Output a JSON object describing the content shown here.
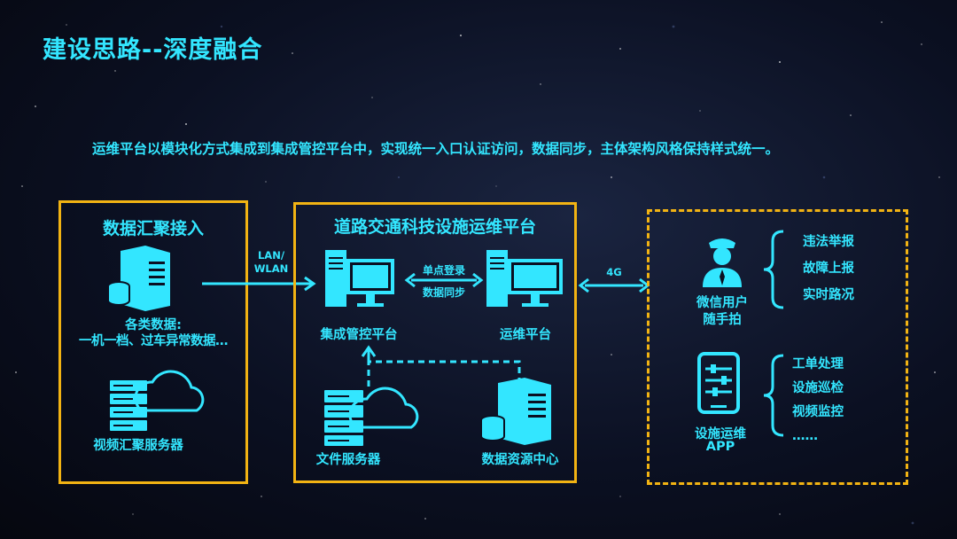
{
  "title": "建设思路--深度融合",
  "subtitle": "运维平台以模块化方式集成到集成管控平台中，实现统一入口认证访问，数据同步，主体架构风格保持样式统一。",
  "left_box": {
    "title": "数据汇聚接入",
    "data_label_1": "各类数据:",
    "data_label_2": "一机一档、过车异常数据…",
    "video_server_label": "视频汇聚服务器"
  },
  "link_lan": {
    "line1": "LAN/",
    "line2": "WLAN"
  },
  "center_box": {
    "title": "道路交通科技设施运维平台",
    "sso_label": "单点登录",
    "sync_label": "数据同步",
    "integrated_platform_label": "集成管控平台",
    "ops_platform_label": "运维平台",
    "file_server_label": "文件服务器",
    "data_center_label": "数据资源中心"
  },
  "link_4g": "4G",
  "right_box": {
    "wechat_label_1": "微信用户",
    "wechat_label_2": "随手拍",
    "wechat_items": [
      "违法举报",
      "故障上报",
      "实时路况"
    ],
    "app_label_1": "设施运维",
    "app_label_2": "APP",
    "app_items": [
      "工单处理",
      "设施巡检",
      "视频监控",
      "……"
    ]
  },
  "colors": {
    "accent": "#33e6ff",
    "frame": "#f2b313",
    "background": "#0b1022"
  }
}
